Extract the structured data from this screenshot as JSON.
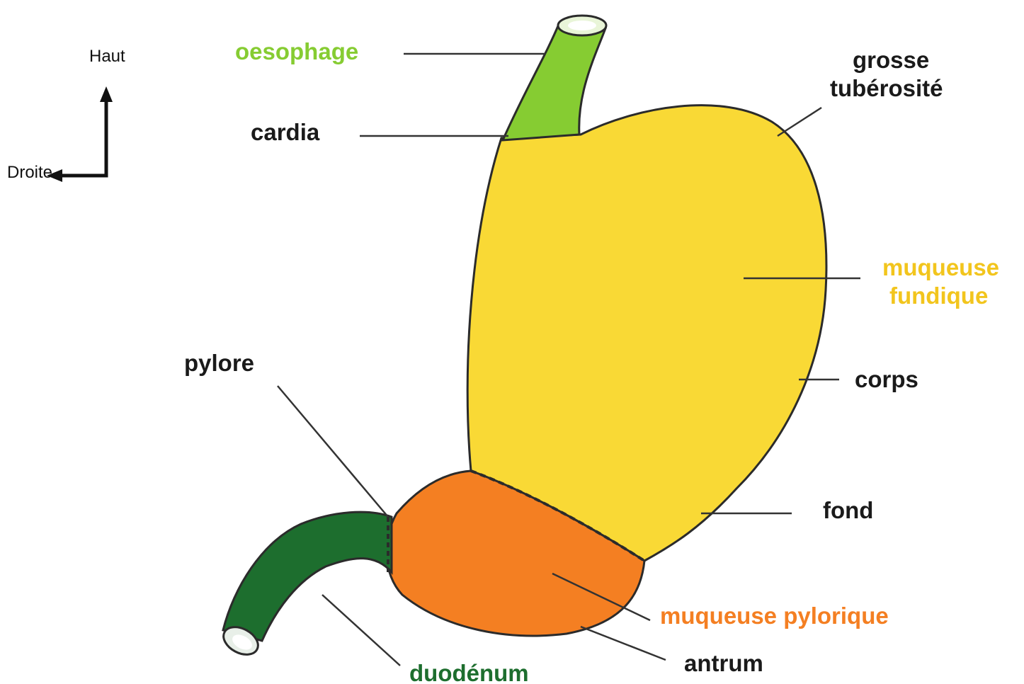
{
  "orientation": {
    "up": "Haut",
    "right": "Droite"
  },
  "labels": {
    "oesophage": "oesophage",
    "cardia": "cardia",
    "grosse_tuberosite_line1": "grosse",
    "grosse_tuberosite_line2": "tubérosité",
    "muqueuse_fundique_line1": "muqueuse",
    "muqueuse_fundique_line2": "fundique",
    "corps": "corps",
    "fond": "fond",
    "pylore": "pylore",
    "muqueuse_pylorique": "muqueuse pylorique",
    "antrum": "antrum",
    "duodenum": "duodénum"
  },
  "colors": {
    "oesophagus_green": "#86cc32",
    "fundic_yellow": "#f9d935",
    "pyloric_orange": "#f47f22",
    "duodenum_green": "#1d6e2e",
    "label_dark": "#1a1a1a"
  }
}
